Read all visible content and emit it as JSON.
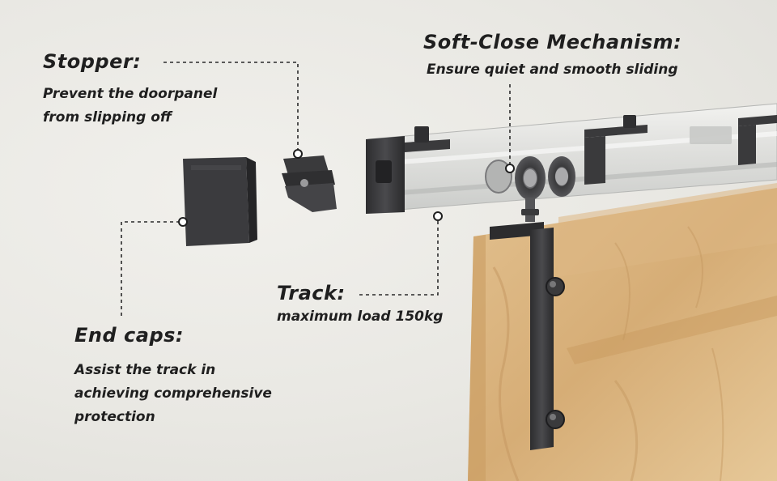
{
  "callouts": {
    "stopper": {
      "title": "Stopper:",
      "lines": [
        "Prevent the doorpanel",
        "from slipping off"
      ]
    },
    "soft_close": {
      "title": "Soft-Close Mechanism:",
      "lines": [
        "Ensure quiet and smooth sliding"
      ]
    },
    "track": {
      "title": "Track:",
      "lines": [
        "maximum load 150kg"
      ]
    },
    "end_caps": {
      "title": "End caps:",
      "lines": [
        "Assist the track in",
        "achieving comprehensive",
        "protection"
      ]
    }
  },
  "colors": {
    "wall": "#ebeae6",
    "text": "#1f1f1f",
    "hardware": "#3a3a3c",
    "wood": "#d9b07a",
    "leader_line": "#2a2a2a"
  }
}
